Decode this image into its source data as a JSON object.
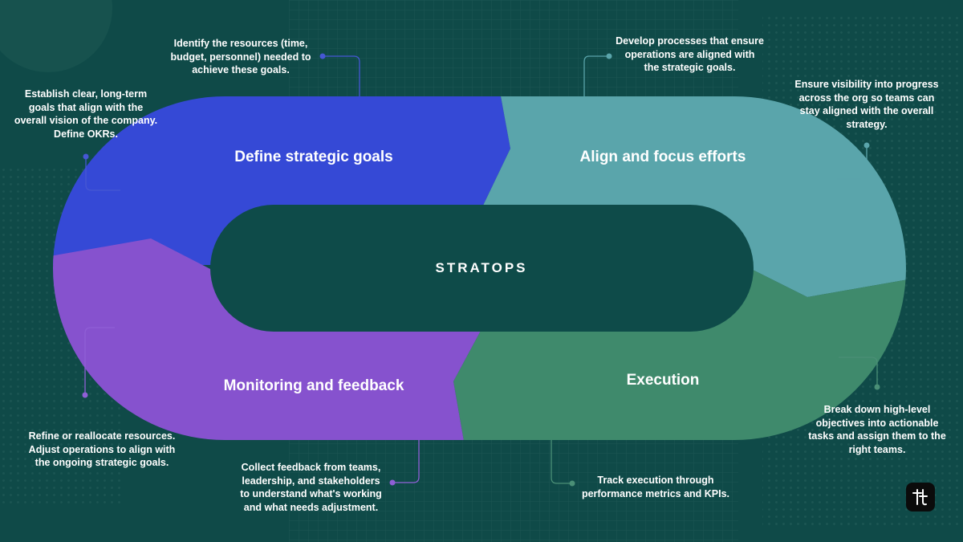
{
  "center_label": "STRATOPS",
  "segments": [
    {
      "label": "Define strategic goals",
      "color": "#3549d6"
    },
    {
      "label": "Align and focus efforts",
      "color": "#5aa5ab"
    },
    {
      "label": "Execution",
      "color": "#3f8a6c"
    },
    {
      "label": "Monitoring and feedback",
      "color": "#8652ce"
    }
  ],
  "notes": {
    "establish_goals": [
      "Establish clear, long-term",
      "goals that align with the",
      "overall vision of the company.",
      "Define OKRs."
    ],
    "identify_resources": [
      "Identify the resources (time,",
      "budget, personnel) needed to",
      "achieve these goals."
    ],
    "develop_processes": [
      "Develop processes that ensure",
      "operations are aligned with",
      "the strategic goals."
    ],
    "ensure_visibility": [
      "Ensure visibility into progress",
      "across the org so teams can",
      "stay aligned with the overall",
      "strategy."
    ],
    "break_down": [
      "Break down high-level",
      "objectives into actionable",
      "tasks and assign them to the",
      "right teams."
    ],
    "track_execution": [
      "Track execution through",
      "performance metrics and KPIs."
    ],
    "collect_feedback": [
      "Collect feedback from teams,",
      "leadership, and stakeholders",
      "to understand what's working",
      "and what needs adjustment."
    ],
    "refine_resources": [
      "Refine or reallocate resources.",
      "Adjust operations to align with",
      "the ongoing strategic goals."
    ]
  },
  "colors": {
    "background": "#0f4a48",
    "center": "#0e4b49",
    "connector_blue": "#4657d4",
    "connector_teal": "#5aa5ab",
    "connector_green": "#4a8f76",
    "connector_purple": "#8f5fd6"
  },
  "icons": {
    "logo": "brand-logo-icon"
  }
}
